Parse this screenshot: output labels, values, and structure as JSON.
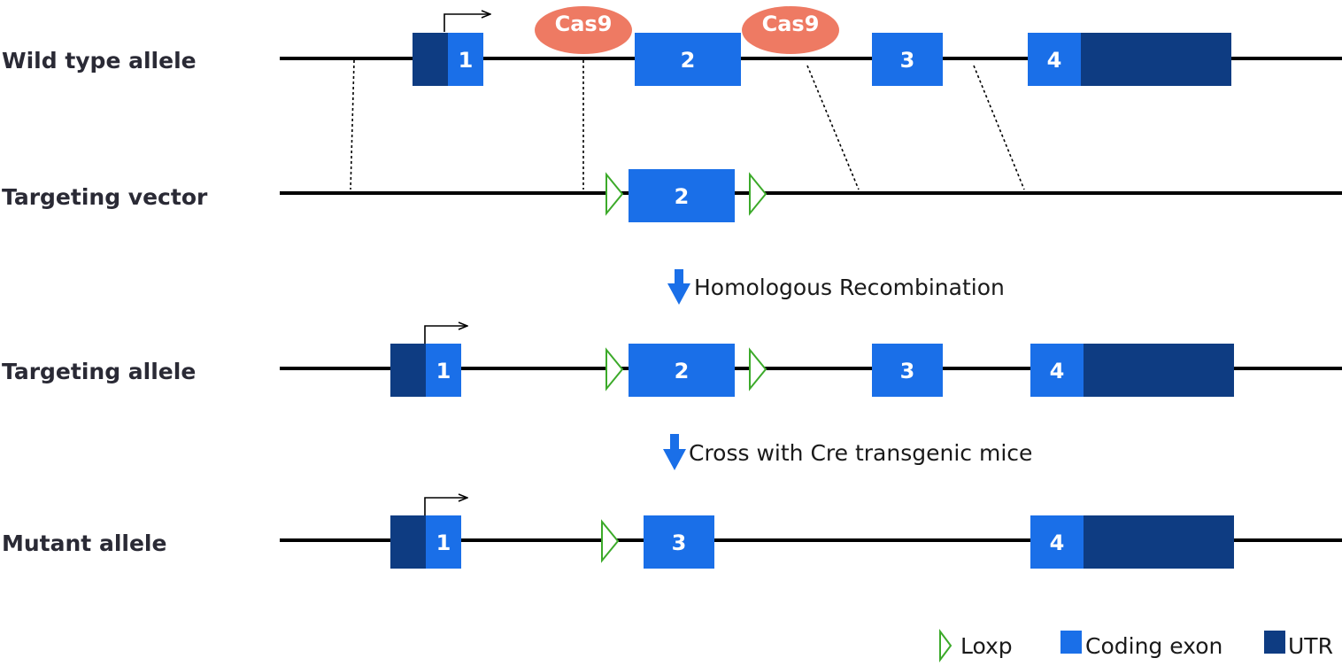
{
  "colors": {
    "coding_exon": "#1a6fe8",
    "utr": "#0e3c82",
    "cas9": "#ee7a63",
    "loxp": "#3caa2a",
    "line": "#000000",
    "arrow": "#1a6fe8"
  },
  "rows": {
    "wild_type": {
      "label": "Wild type allele"
    },
    "targeting_vector": {
      "label": "Targeting vector"
    },
    "targeting_allele": {
      "label": "Targeting allele"
    },
    "mutant": {
      "label": "Mutant allele"
    }
  },
  "exons": {
    "e1": "1",
    "e2": "2",
    "e3": "3",
    "e4": "4"
  },
  "cas9": {
    "label": "Cas9"
  },
  "steps": {
    "homologous": "Homologous Recombination",
    "cross": "Cross with Cre transgenic mice"
  },
  "legend": {
    "loxp": "Loxp",
    "coding_exon": "Coding exon",
    "utr": "UTR"
  }
}
